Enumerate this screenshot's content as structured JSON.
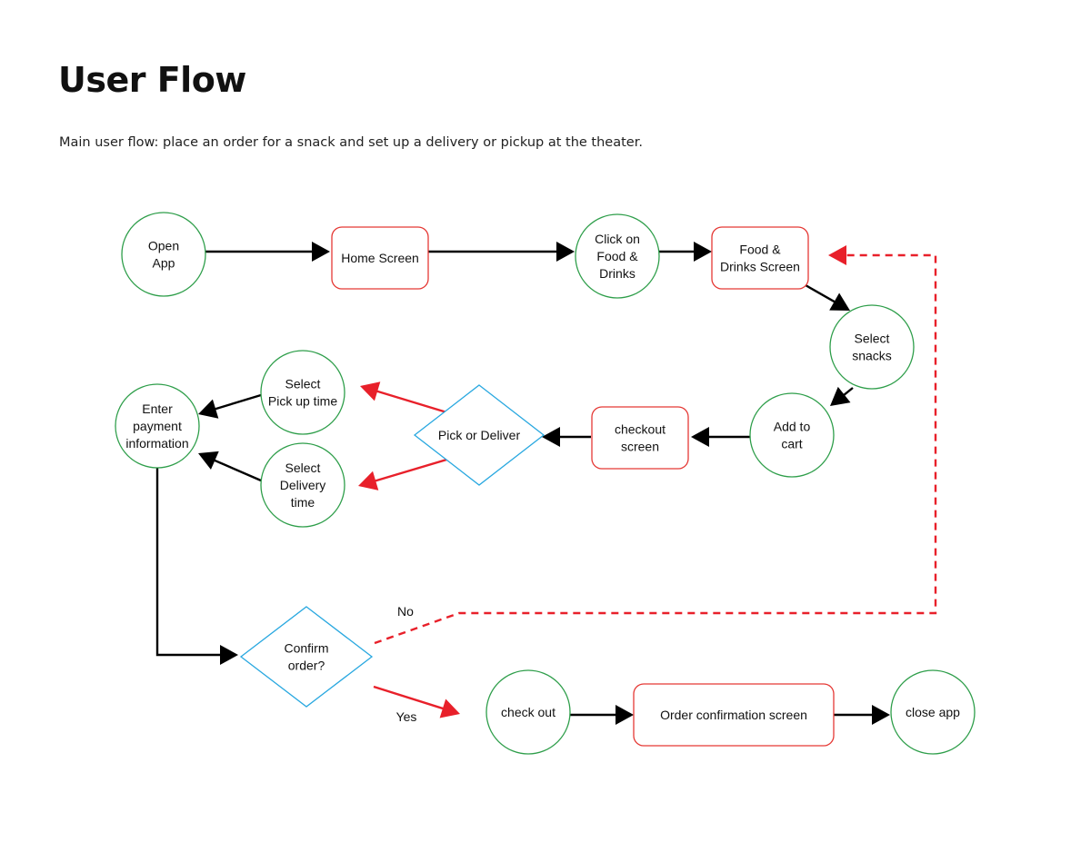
{
  "title": "User Flow",
  "subtitle": "Main user flow: place an order for a snack and set up a delivery or pickup at the theater.",
  "colors": {
    "circle_stroke": "#2e9e4a",
    "screen_stroke": "#e53935",
    "decision_stroke": "#29a8e0",
    "arrow_black": "#000000",
    "arrow_red": "#e8202a"
  },
  "nodes": [
    {
      "id": "open-app",
      "shape": "circle",
      "lines": [
        "Open",
        "App"
      ]
    },
    {
      "id": "home-screen",
      "shape": "rounded-rect",
      "lines": [
        "Home Screen"
      ]
    },
    {
      "id": "click-food-drinks",
      "shape": "circle",
      "lines": [
        "Click on",
        "Food &",
        "Drinks"
      ]
    },
    {
      "id": "food-drinks-screen",
      "shape": "rounded-rect",
      "lines": [
        "Food &",
        "Drinks Screen"
      ]
    },
    {
      "id": "select-snacks",
      "shape": "circle",
      "lines": [
        "Select",
        "snacks"
      ]
    },
    {
      "id": "add-to-cart",
      "shape": "circle",
      "lines": [
        "Add to",
        "cart"
      ]
    },
    {
      "id": "checkout-screen",
      "shape": "rounded-rect",
      "lines": [
        "checkout",
        "screen"
      ]
    },
    {
      "id": "pick-or-deliver",
      "shape": "diamond",
      "lines": [
        "Pick or Deliver"
      ]
    },
    {
      "id": "select-pickup-time",
      "shape": "circle",
      "lines": [
        "Select",
        "Pick up time"
      ]
    },
    {
      "id": "select-delivery-time",
      "shape": "circle",
      "lines": [
        "Select",
        "Delivery",
        "time"
      ]
    },
    {
      "id": "enter-payment",
      "shape": "circle",
      "lines": [
        "Enter",
        "payment",
        "information"
      ]
    },
    {
      "id": "confirm-order",
      "shape": "diamond",
      "lines": [
        "Confirm",
        "order?"
      ]
    },
    {
      "id": "check-out",
      "shape": "circle",
      "lines": [
        "check out"
      ]
    },
    {
      "id": "order-confirmation-screen",
      "shape": "rounded-rect",
      "lines": [
        "Order confirmation screen"
      ]
    },
    {
      "id": "close-app",
      "shape": "circle",
      "lines": [
        "close app"
      ]
    }
  ],
  "edges": [
    {
      "from": "open-app",
      "to": "home-screen",
      "style": "black"
    },
    {
      "from": "home-screen",
      "to": "click-food-drinks",
      "style": "black"
    },
    {
      "from": "click-food-drinks",
      "to": "food-drinks-screen",
      "style": "black"
    },
    {
      "from": "food-drinks-screen",
      "to": "select-snacks",
      "style": "black"
    },
    {
      "from": "select-snacks",
      "to": "add-to-cart",
      "style": "black"
    },
    {
      "from": "add-to-cart",
      "to": "checkout-screen",
      "style": "black"
    },
    {
      "from": "checkout-screen",
      "to": "pick-or-deliver",
      "style": "black"
    },
    {
      "from": "pick-or-deliver",
      "to": "select-pickup-time",
      "style": "red"
    },
    {
      "from": "pick-or-deliver",
      "to": "select-delivery-time",
      "style": "red"
    },
    {
      "from": "select-pickup-time",
      "to": "enter-payment",
      "style": "black"
    },
    {
      "from": "select-delivery-time",
      "to": "enter-payment",
      "style": "black"
    },
    {
      "from": "enter-payment",
      "to": "confirm-order",
      "style": "black"
    },
    {
      "from": "confirm-order",
      "to": "food-drinks-screen",
      "style": "red-dashed",
      "label": "No"
    },
    {
      "from": "confirm-order",
      "to": "check-out",
      "style": "red",
      "label": "Yes"
    },
    {
      "from": "check-out",
      "to": "order-confirmation-screen",
      "style": "black"
    },
    {
      "from": "order-confirmation-screen",
      "to": "close-app",
      "style": "black"
    }
  ]
}
